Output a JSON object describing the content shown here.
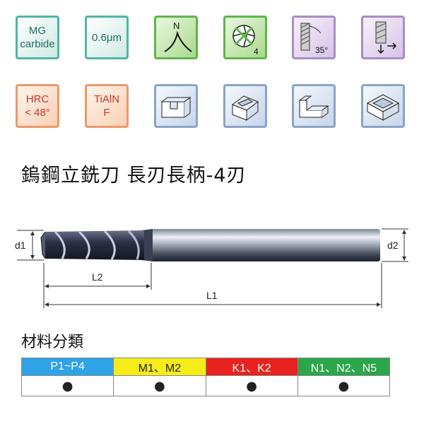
{
  "icons_row1": {
    "mg_carbide": "MG\ncarbide",
    "grain": "0.6μm",
    "n_label": "N",
    "flutes": "4",
    "helix": "35°"
  },
  "icons_row2": {
    "hrc": "HRC\n< 48°",
    "coating": "TiAlN\nF"
  },
  "title": "鎢鋼立銑刀 長刃長柄-4刃",
  "dimensions": {
    "d1": "d1",
    "d2": "d2",
    "l2": "L2",
    "l1": "L1"
  },
  "materials": {
    "heading": "材料分類",
    "columns": [
      {
        "label": "P1~P4",
        "color": "#2ea3e8",
        "mark": "●"
      },
      {
        "label": "M1、M2",
        "color": "#f5ec18",
        "mark": "●"
      },
      {
        "label": "K1、K2",
        "color": "#e8231f",
        "mark": "●"
      },
      {
        "label": "N1、N2、N5",
        "color": "#2ba64a",
        "mark": "●"
      }
    ]
  },
  "colors": {
    "teal": "#4fb6a6",
    "green": "#5fb54a",
    "purple": "#a98cc4",
    "orange": "#e99a6a",
    "blue": "#8aa4c6"
  }
}
